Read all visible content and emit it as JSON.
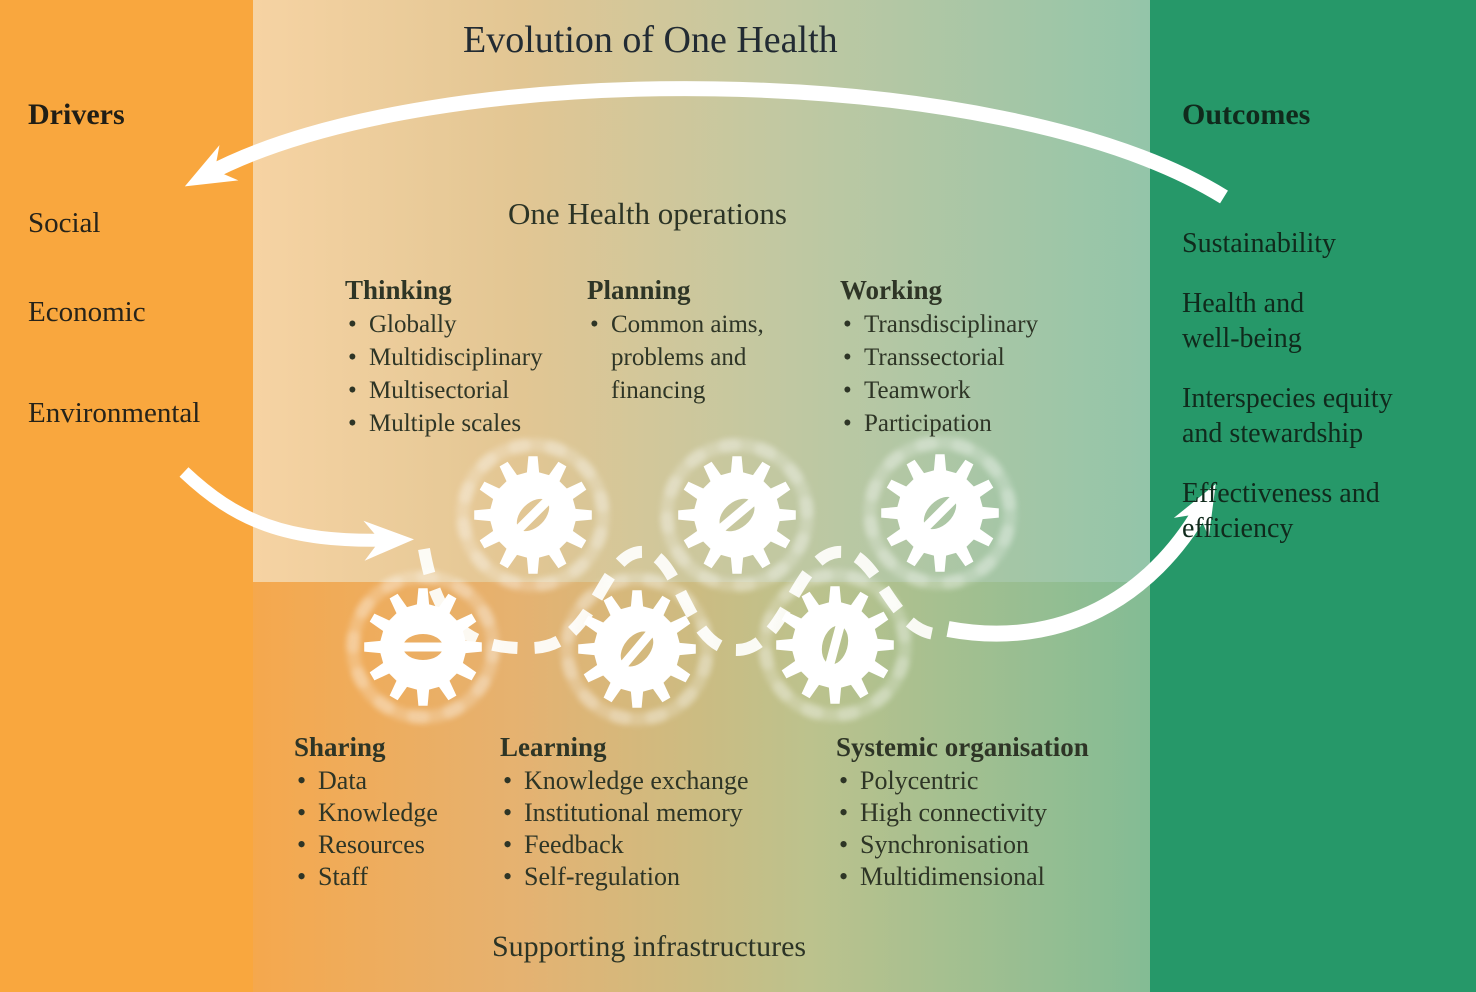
{
  "title": "Evolution of One Health",
  "drivers": {
    "heading": "Drivers",
    "items": [
      "Social",
      "Economic",
      "Environmental"
    ]
  },
  "outcomes": {
    "heading": "Outcomes",
    "items": [
      "Sustainability",
      "Health and\nwell-being",
      "Interspecies equity\nand stewardship",
      "Effectiveness and\nefficiency"
    ]
  },
  "operations": {
    "heading": "One Health operations",
    "columns": [
      {
        "title": "Thinking",
        "items": [
          "Globally",
          "Multidisciplinary",
          "Multisectorial",
          "Multiple scales"
        ]
      },
      {
        "title": "Planning",
        "items": [
          "Common aims,\nproblems and\nfinancing"
        ]
      },
      {
        "title": "Working",
        "items": [
          "Transdisciplinary",
          "Transsectorial",
          "Teamwork",
          "Participation"
        ]
      }
    ]
  },
  "infrastructures": {
    "heading": "Supporting infrastructures",
    "columns": [
      {
        "title": "Sharing",
        "items": [
          "Data",
          "Knowledge",
          "Resources",
          "Staff"
        ]
      },
      {
        "title": "Learning",
        "items": [
          "Knowledge exchange",
          "Institutional memory",
          "Feedback",
          "Self-regulation"
        ]
      },
      {
        "title": "Systemic organisation",
        "items": [
          "Polycentric",
          "High connectivity",
          "Synchronisation",
          "Multidimensional"
        ]
      }
    ]
  },
  "icons": {
    "gear": "gear-icon",
    "arrows": [
      "feedback-arrow",
      "drivers-to-operations-arrow",
      "operations-to-outcomes-arrow"
    ]
  },
  "colors": {
    "drivers_panel": "#F9A73E",
    "outcomes_panel": "#269869",
    "upper_band_start": "#F6D3A3",
    "upper_band_end": "#93C5A9",
    "lower_band_start": "#F5A84D",
    "lower_band_end": "#83BC94",
    "arrow": "#FFFFFF"
  }
}
